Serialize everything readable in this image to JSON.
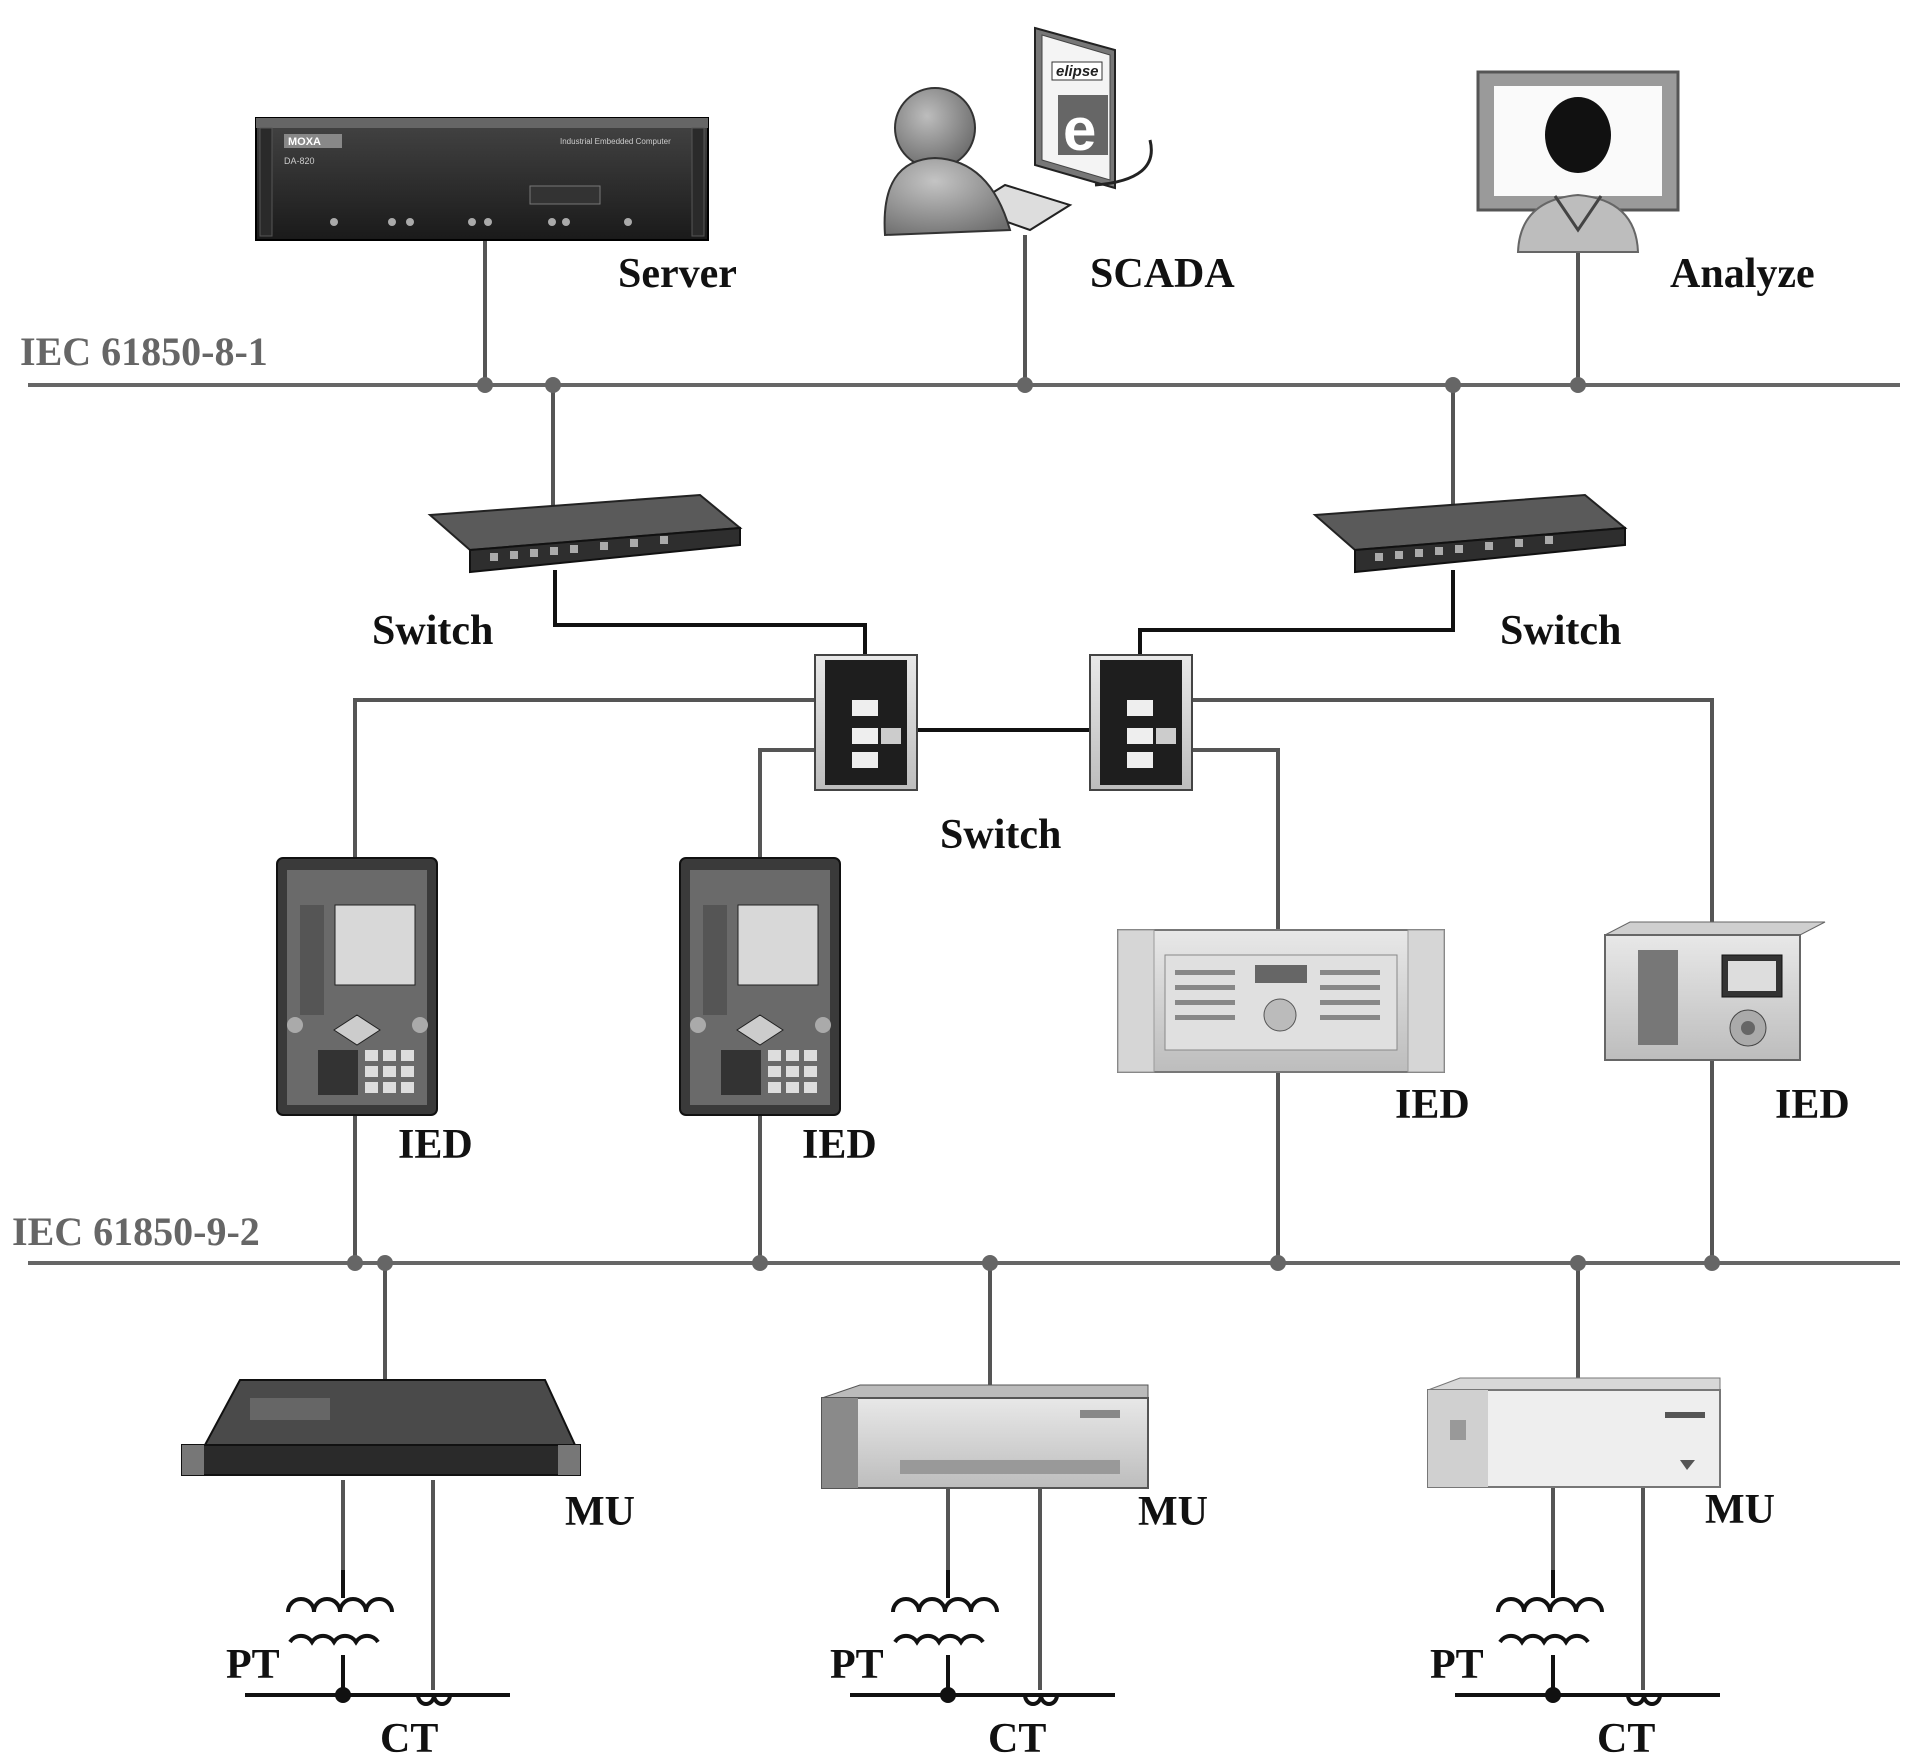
{
  "labels": {
    "server": "Server",
    "scada": "SCADA",
    "analyze": "Analyze",
    "bus_top": "IEC 61850-8-1",
    "bus_bottom": "IEC 61850-9-2",
    "switch_left": "Switch",
    "switch_right": "Switch",
    "switch_center": "Switch",
    "ied_1": "IED",
    "ied_2": "IED",
    "ied_3": "IED",
    "ied_4": "IED",
    "mu_1": "MU",
    "mu_2": "MU",
    "mu_3": "MU",
    "pt_1": "PT",
    "pt_2": "PT",
    "pt_3": "PT",
    "ct_1": "CT",
    "ct_2": "CT",
    "ct_3": "CT"
  },
  "icons": {
    "server": "rack-server-icon",
    "scada": "user-with-ellipse-software-icon",
    "analyze": "monitor-user-icon",
    "switch": "network-switch-icon",
    "ied": "protection-relay-icon",
    "mu": "merging-unit-icon",
    "pt": "potential-transformer-icon",
    "ct": "current-transformer-icon"
  },
  "device_text": {
    "server_brand": "MOXA",
    "server_model": "DA-820",
    "server_caption": "Industrial Embedded Computer",
    "scada_software": "elipse",
    "scada_letter": "e"
  }
}
